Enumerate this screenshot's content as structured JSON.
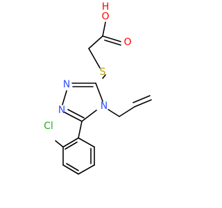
{
  "molecule": {
    "colors": {
      "bond": "#000000",
      "oxygen": "#ff0000",
      "nitrogen": "#3050f8",
      "sulfur": "#b2a200",
      "chlorine": "#1fb21f"
    },
    "atoms": {
      "hydroxyl_oxygen": "O",
      "hydroxyl_hydrogen": "H",
      "carbonyl_oxygen": "O",
      "thioether_sulfur": "S",
      "ring_nitrogen_1": "N",
      "ring_nitrogen_2": "N",
      "ring_nitrogen_4": "N",
      "chlorine": "Cl"
    }
  }
}
